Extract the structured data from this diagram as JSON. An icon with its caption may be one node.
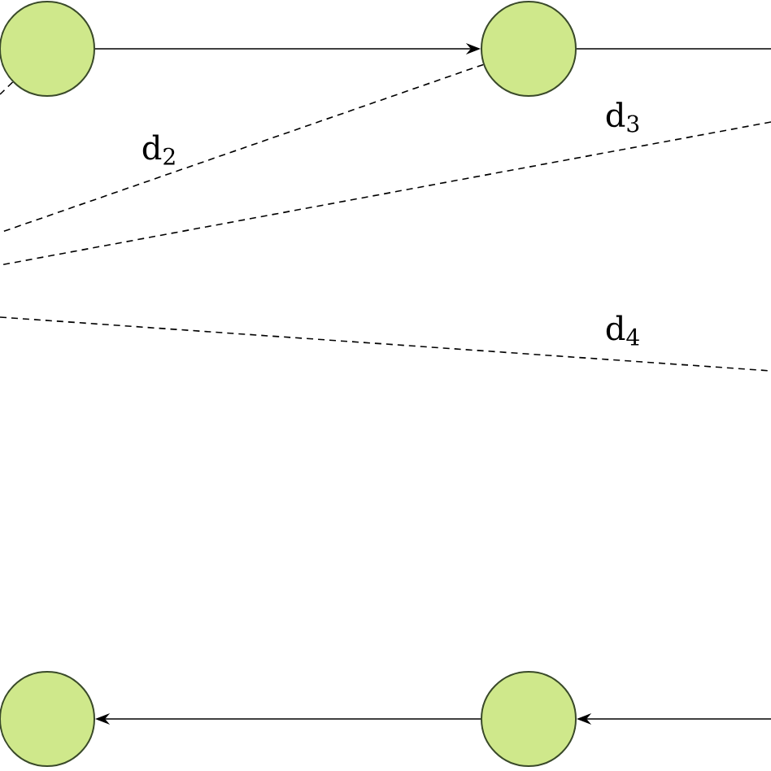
{
  "diagram": {
    "nodes": [
      {
        "text": [],
        "shape": "circle"
      },
      {
        "text": [],
        "shape": "circle"
      },
      {
        "text": [],
        "shape": "circle"
      },
      {
        "text": [],
        "shape": "circle"
      }
    ],
    "edges": [
      {
        "from": 0,
        "to": 1,
        "arrow": "to"
      },
      {
        "from": 1,
        "to": null,
        "arrow": "none"
      },
      {
        "from": null,
        "to": 3,
        "arrow": "to"
      },
      {
        "from": 3,
        "to": 2,
        "arrow": "to"
      },
      {
        "from": 0,
        "to": null,
        "arrow": "none",
        "style": "dashed"
      },
      {
        "from": 1,
        "to": null,
        "arrow": "none",
        "style": "dashed",
        "label": "d$_{2}$"
      }
    ],
    "labels": [
      "d$_{3}$",
      "d$_{4}$"
    ]
  }
}
